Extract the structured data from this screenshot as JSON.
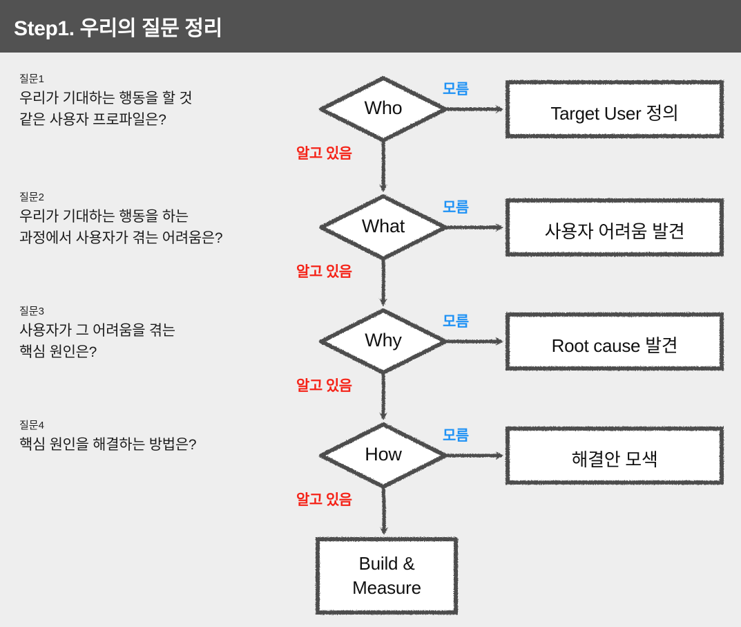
{
  "header": {
    "title": "Step1. 우리의 질문 정리",
    "bar_color": "#525252",
    "text_color": "#ffffff"
  },
  "page": {
    "background_color": "#eeeeee",
    "stroke_color": "#4d4d4d",
    "node_fill": "#ffffff"
  },
  "questions": [
    {
      "label": "질문1",
      "lines": [
        "우리가 기대하는 행동을 할 것",
        "같은 사용자 프로파일은?"
      ]
    },
    {
      "label": "질문2",
      "lines": [
        "우리가 기대하는 행동을 하는",
        "과정에서 사용자가 겪는 어려움은?"
      ]
    },
    {
      "label": "질문3",
      "lines": [
        "사용자가 그 어려움을 겪는",
        "핵심 원인은?"
      ]
    },
    {
      "label": "질문4",
      "lines": [
        "핵심 원인을 해결하는 방법은?"
      ]
    }
  ],
  "flow": {
    "decisions": [
      {
        "text": "Who",
        "shape": "diamond"
      },
      {
        "text": "What",
        "shape": "diamond"
      },
      {
        "text": "Why",
        "shape": "diamond"
      },
      {
        "text": "How",
        "shape": "diamond"
      }
    ],
    "outcomes": [
      {
        "text": "Target User 정의",
        "shape": "rect"
      },
      {
        "text": "사용자 어려움 발견",
        "shape": "rect"
      },
      {
        "text": "Root cause 발견",
        "shape": "rect"
      },
      {
        "text": "해결안 모색",
        "shape": "rect"
      }
    ],
    "terminal": {
      "line1": "Build &",
      "line2": "Measure",
      "shape": "rect"
    },
    "edge_labels": {
      "unknown": "모름",
      "known": "알고 있음",
      "unknown_color": "#1f92f5",
      "known_color": "#f52318"
    }
  }
}
